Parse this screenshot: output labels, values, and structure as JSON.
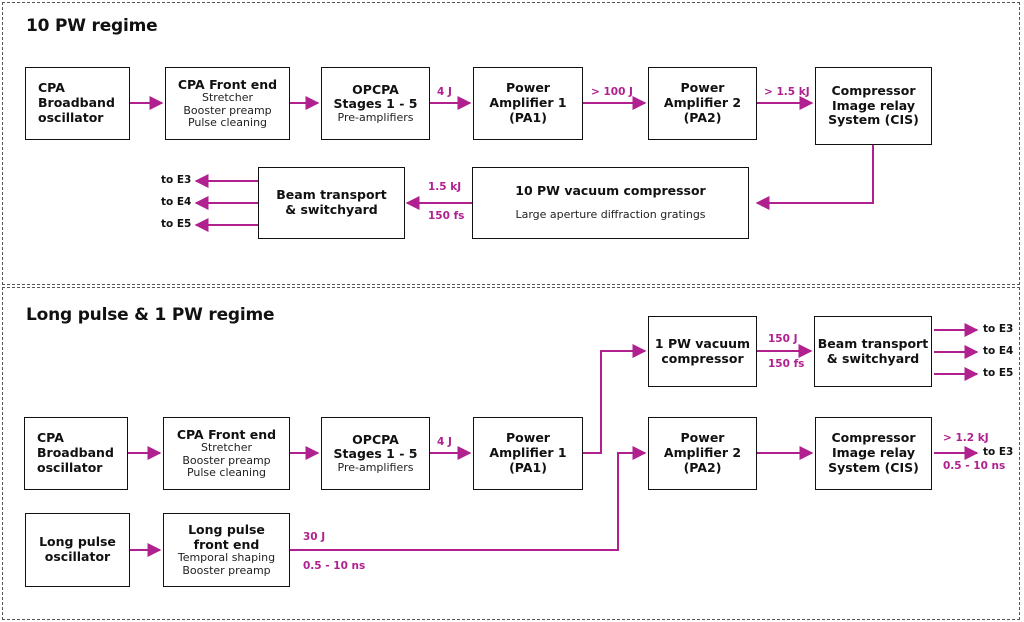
{
  "top": {
    "heading": "10 PW regime",
    "boxes": {
      "osc": {
        "lines": [
          "CPA",
          "Broadband",
          "oscillator"
        ]
      },
      "frontend": {
        "title": "CPA Front end",
        "sub": [
          "Stretcher",
          "Booster preamp",
          "Pulse cleaning"
        ]
      },
      "opcpa": {
        "title": [
          "OPCPA",
          "Stages 1 - 5"
        ],
        "sub": [
          "Pre-amplifiers"
        ]
      },
      "pa1": {
        "title": [
          "Power",
          "Amplifier 1",
          "(PA1)"
        ]
      },
      "pa2": {
        "title": [
          "Power",
          "Amplifier 2",
          "(PA2)"
        ]
      },
      "cis": {
        "title": [
          "Compressor",
          "Image relay",
          "System (CIS)"
        ]
      },
      "vac": {
        "title": "10 PW vacuum compressor",
        "sub": "Large aperture diffraction gratings"
      },
      "beam": {
        "title": [
          "Beam transport",
          "& switchyard"
        ]
      }
    },
    "labels": {
      "opcpa_out": "4 J",
      "pa1_out": "> 100 J",
      "pa2_out": "> 1.5 kJ",
      "vac_energy": "1.5 kJ",
      "vac_duration": "150 fs"
    },
    "outputs": [
      "to E3",
      "to E4",
      "to E5"
    ]
  },
  "bottom": {
    "heading": "Long pulse & 1 PW regime",
    "boxes": {
      "osc": {
        "lines": [
          "CPA",
          "Broadband",
          "oscillator"
        ]
      },
      "frontend": {
        "title": "CPA Front end",
        "sub": [
          "Stretcher",
          "Booster preamp",
          "Pulse cleaning"
        ]
      },
      "opcpa": {
        "title": [
          "OPCPA",
          "Stages 1 - 5"
        ],
        "sub": [
          "Pre-amplifiers"
        ]
      },
      "pa1": {
        "title": [
          "Power",
          "Amplifier 1",
          "(PA1)"
        ]
      },
      "vac1": {
        "title": [
          "1 PW vacuum",
          "compressor"
        ]
      },
      "beam": {
        "title": [
          "Beam transport",
          "& switchyard"
        ]
      },
      "pa2": {
        "title": [
          "Power",
          "Amplifier 2",
          "(PA2)"
        ]
      },
      "cis": {
        "title": [
          "Compressor",
          "Image relay",
          "System (CIS)"
        ]
      },
      "lposc": {
        "title": [
          "Long pulse",
          "oscillator"
        ]
      },
      "lpfront": {
        "title": [
          "Long pulse",
          "front end"
        ],
        "sub": [
          "Temporal shaping",
          "Booster preamp"
        ]
      }
    },
    "labels": {
      "opcpa_out": "4 J",
      "vac_energy": "150 J",
      "vac_duration": "150 fs",
      "cis_energy": "> 1.2 kJ",
      "cis_duration": "0.5 - 10 ns",
      "lp_energy": "30 J",
      "lp_duration": "0.5 - 10 ns"
    },
    "outputs": [
      "to E3",
      "to E4",
      "to E5"
    ],
    "cis_output": "to E3"
  },
  "colors": {
    "arrow": "#b0208f",
    "line": "#111111"
  }
}
